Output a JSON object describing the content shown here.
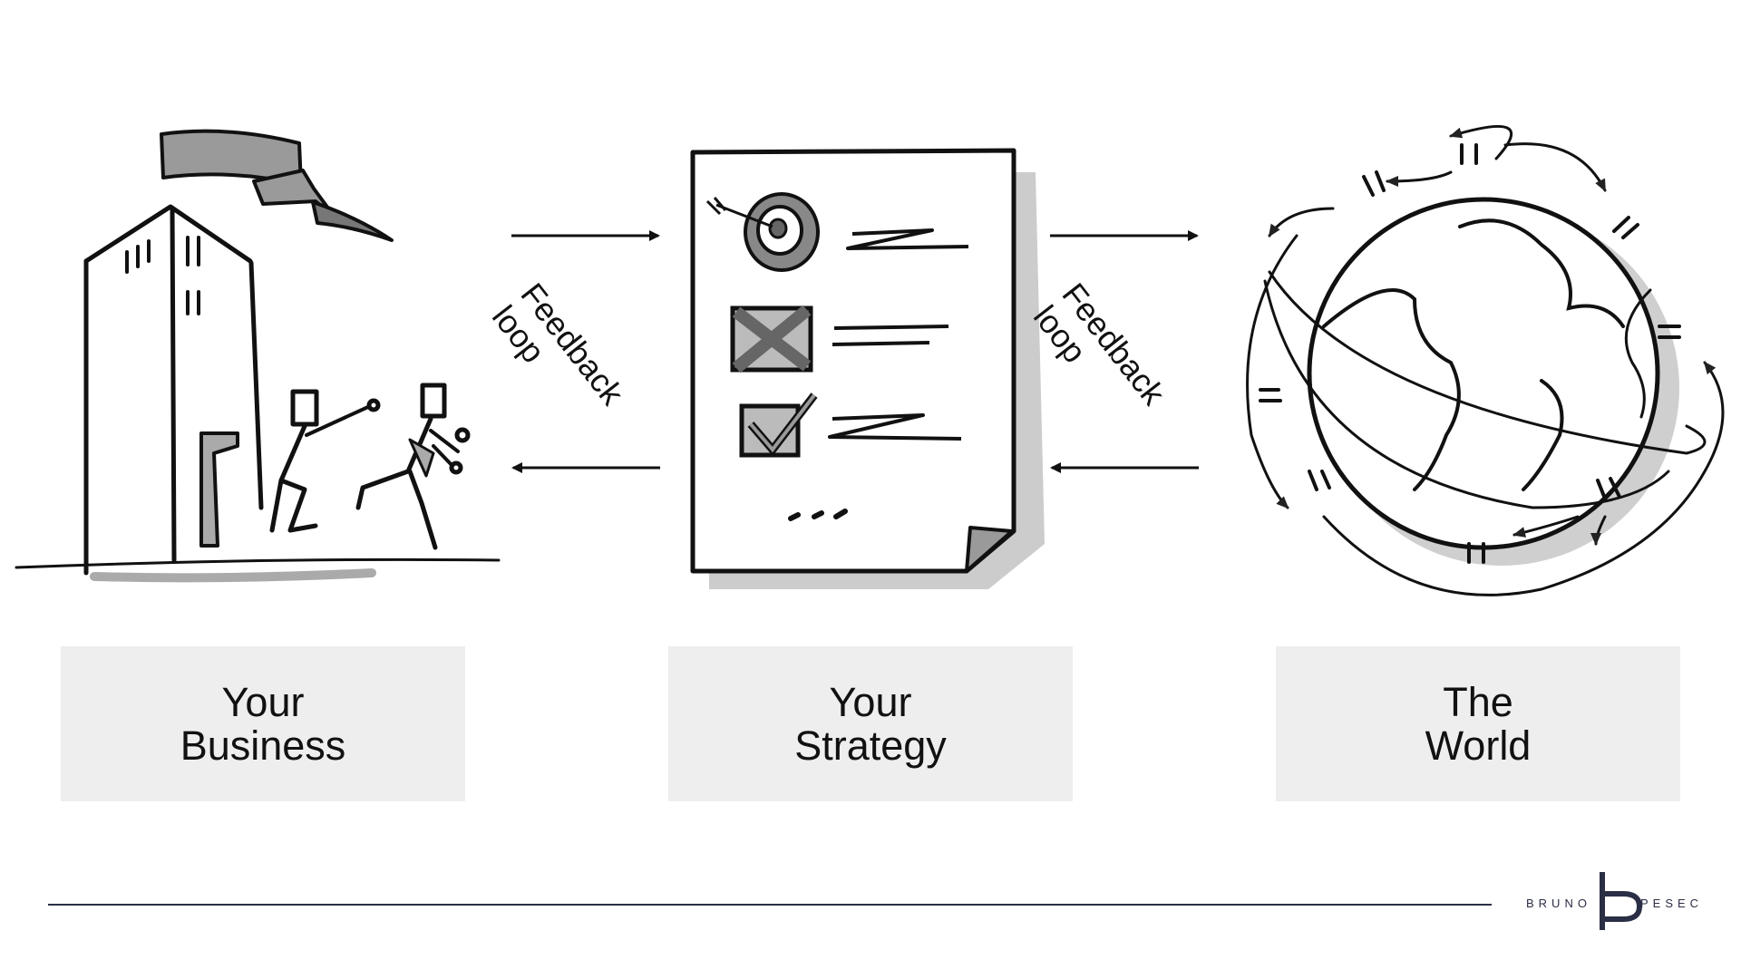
{
  "nodes": [
    {
      "id": "business",
      "lines": [
        "Your",
        "Business"
      ]
    },
    {
      "id": "strategy",
      "lines": [
        "Your",
        "Strategy"
      ]
    },
    {
      "id": "world",
      "lines": [
        "The",
        "World"
      ]
    }
  ],
  "feedback_labels": [
    {
      "lines": [
        "Feedback",
        "loop"
      ]
    },
    {
      "lines": [
        "Feedback",
        "loop"
      ]
    }
  ],
  "brand": {
    "first": "BRUNO",
    "last": "PESEC",
    "color": "#2b2f45"
  },
  "colors": {
    "box": "#eeeeee",
    "ink": "#111111",
    "shade": "#9a9a9a"
  },
  "icons": [
    "castle-icon",
    "flag-icon",
    "running-people-icon",
    "strategy-document-icon",
    "target-icon",
    "crossed-checkbox-icon",
    "checked-checkbox-icon",
    "globe-icon",
    "arrow-icon",
    "brand-logo-icon"
  ]
}
